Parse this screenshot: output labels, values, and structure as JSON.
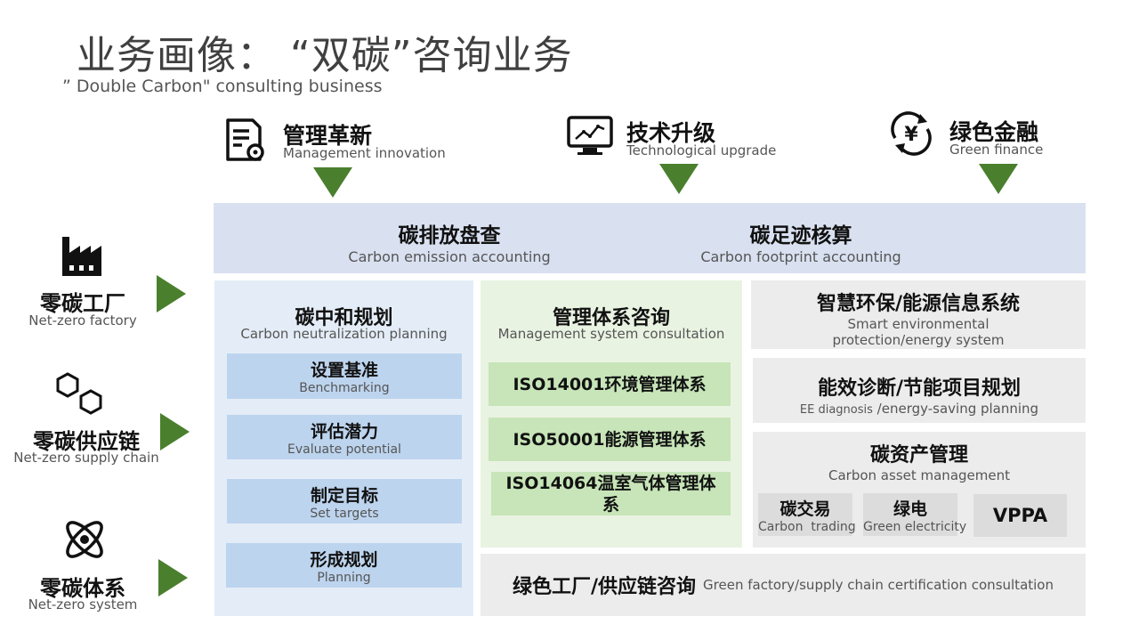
{
  "header": {
    "title": "业务画像：  “双碳”咨询业务",
    "subtitle": "”  Double Carbon\" consulting business"
  },
  "pillars": [
    {
      "icon": "document-gear-icon",
      "cn": "管理革新",
      "en": "Management innovation"
    },
    {
      "icon": "monitor-chart-icon",
      "cn": "技术升级",
      "en": "Technological upgrade"
    },
    {
      "icon": "yuan-cycle-icon",
      "cn": "绿色金融",
      "en": "Green finance"
    }
  ],
  "top_bar": [
    {
      "cn": "碳排放盘查",
      "en": "Carbon emission accounting"
    },
    {
      "cn": "碳足迹核算",
      "en": "Carbon footprint accounting"
    }
  ],
  "sidebar": [
    {
      "icon": "factory-icon",
      "cn": "零碳工厂",
      "en": "Net-zero factory"
    },
    {
      "icon": "supply-chain-hexagons-icon",
      "cn": "零碳供应链",
      "en": "Net-zero supply chain"
    },
    {
      "icon": "atom-icon",
      "cn": "零碳体系",
      "en": "Net-zero system"
    }
  ],
  "planning": {
    "cn": "碳中和规划",
    "en": "Carbon neutralization planning",
    "steps": [
      {
        "cn": "设置基准",
        "en": "Benchmarking"
      },
      {
        "cn": "评估潜力",
        "en": "Evaluate potential"
      },
      {
        "cn": "制定目标",
        "en": "Set targets"
      },
      {
        "cn": "形成规划",
        "en": "Planning"
      }
    ]
  },
  "management": {
    "cn": "管理体系咨询",
    "en": "Management system consultation",
    "items": [
      "ISO14001环境管理体系",
      "ISO50001能源管理体系",
      "ISO14064温室气体管理体系"
    ]
  },
  "smart_env": {
    "cn": "智慧环保/能源信息系统",
    "en": "Smart environmental protection/energy system"
  },
  "energy_eff": {
    "cn": "能效诊断/节能项目规划",
    "en_a": "EE diagnosis",
    "en_b": " /energy-saving planning"
  },
  "carbon_asset": {
    "cn": "碳资产管理",
    "en": "Carbon asset management",
    "items": [
      {
        "cn": "碳交易",
        "en": "Carbon  trading"
      },
      {
        "cn": "绿电",
        "en": "Green electricity"
      },
      {
        "cn": "VPPA",
        "en": ""
      }
    ]
  },
  "green_factory": {
    "cn": "绿色工厂/供应链咨询",
    "en": "Green factory/supply chain certification consultation"
  },
  "colors": {
    "arrow_green": "#4a7f2e",
    "bar_blue": "#d9e1f1",
    "box_blue": "#bdd4ee",
    "box_green": "#c7e5b8",
    "gray": "#ececec"
  }
}
